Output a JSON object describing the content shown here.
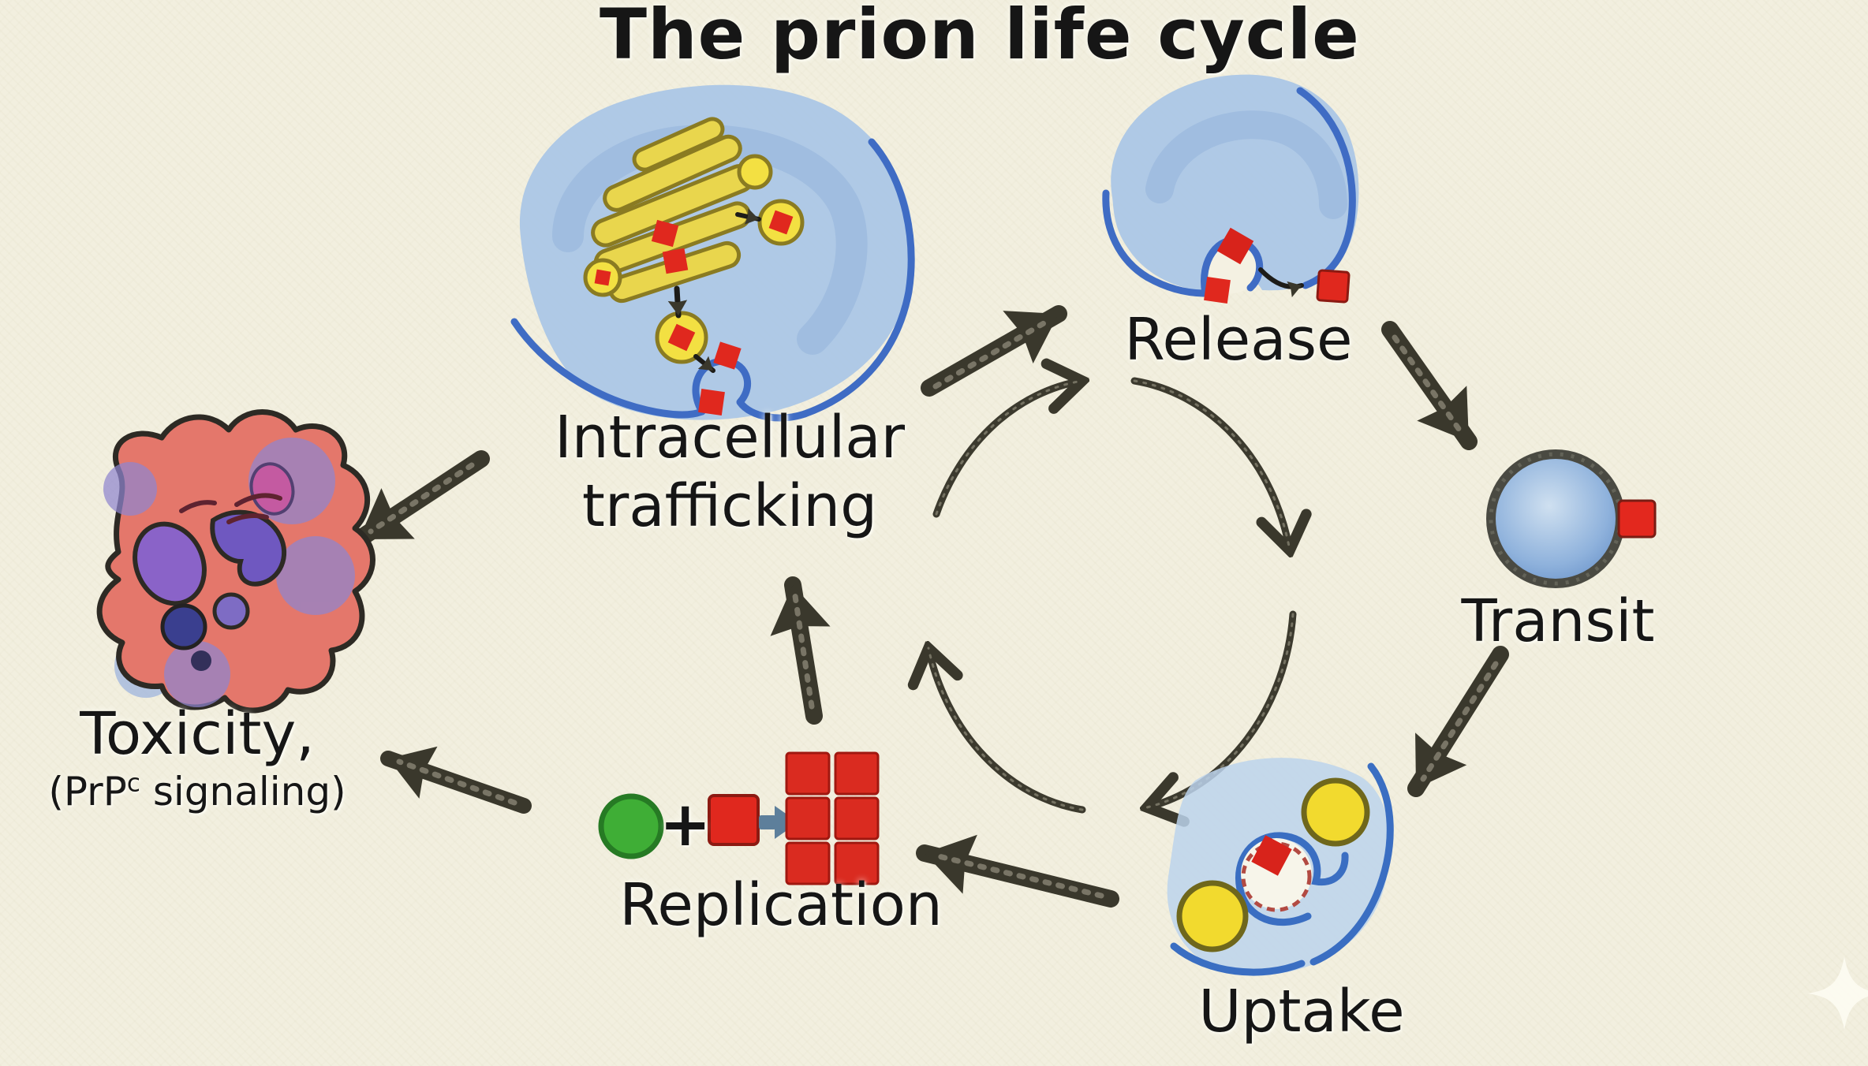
{
  "title": "The prion life cycle",
  "stages": {
    "intracellular_trafficking": {
      "line1": "Intracellular",
      "line2": "trafficking"
    },
    "release": {
      "label": "Release"
    },
    "transit": {
      "label": "Transit"
    },
    "uptake": {
      "label": "Uptake"
    },
    "replication": {
      "label": "Replication",
      "plus_sign": "+"
    },
    "toxicity": {
      "label": "Toxicity,",
      "sub_prefix": "(PrP",
      "sub_superscript": "c",
      "sub_suffix": " signaling)"
    }
  },
  "palette": {
    "background": "#f2efdf",
    "text": "#161616",
    "cell_blue_fill": "#a9c6e6",
    "cell_membrane_blue": "#3f6cc4",
    "golgi_yellow": "#e9d64d",
    "vesicle_yellow": "#f3e042",
    "prion_red": "#e0281e",
    "prpc_green": "#3fae36",
    "charcoal_arrow": "#3a382c",
    "toxic_cell_red": "#e4776b",
    "toxic_cell_purple": "#8f85cf",
    "conversion_arrow_blue": "#5d7f9b"
  },
  "icons": {
    "trafficking_cell": "cell-with-golgi-and-vesicles",
    "release_cell": "cell-exocytosis",
    "transit_vesicle": "extracellular-vesicle-with-prion",
    "uptake_cell": "cell-endocytosis",
    "toxicity_cell": "dying-cell",
    "prpc_monomer": "green-circle",
    "prpsc_prion": "red-square",
    "prion_aggregate": "red-square-grid",
    "sparkle": "four-point-star"
  }
}
